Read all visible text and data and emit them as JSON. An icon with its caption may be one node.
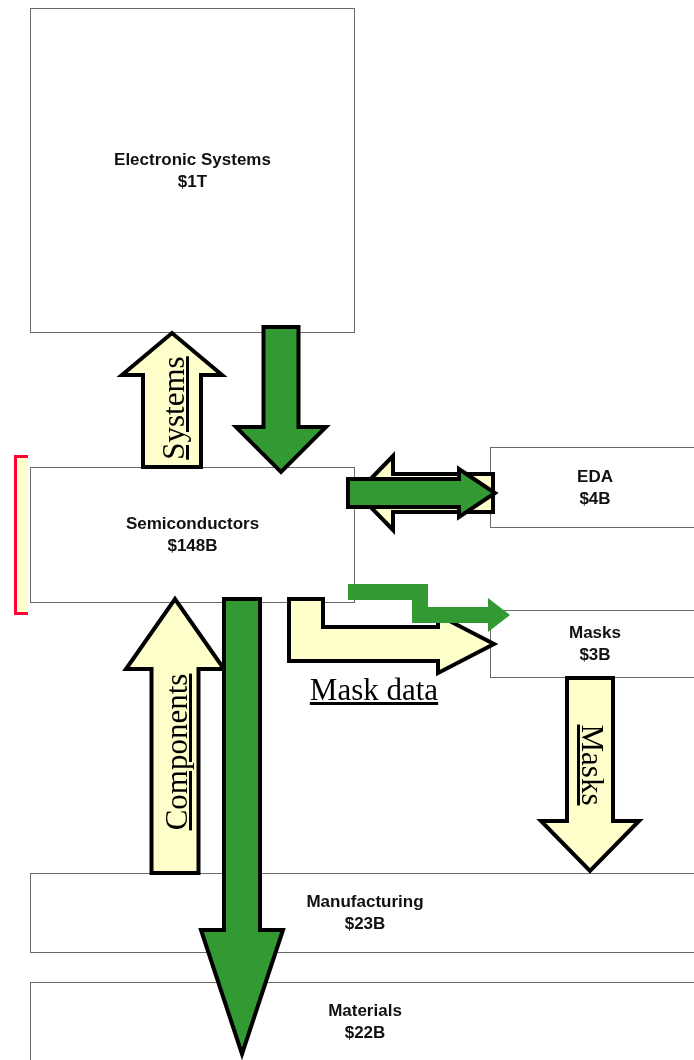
{
  "diagram": {
    "nodes": [
      {
        "text": [
          "Electronic Systems",
          "$1T"
        ]
      },
      {
        "text": [
          "Semiconductors",
          "$148B"
        ]
      },
      {
        "text": [
          "EDA",
          "$4B"
        ]
      },
      {
        "text": [
          "Masks",
          "$3B"
        ]
      },
      {
        "text": [
          "Manufacturing",
          "$23B"
        ]
      },
      {
        "text": [
          "Materials",
          "$22B"
        ]
      },
      {
        "text": [],
        "shape": "bar"
      }
    ],
    "edges": [
      {
        "from": 1,
        "to": 0,
        "arrow": "to",
        "label": "Systems",
        "style": "thick"
      },
      {
        "from": 0,
        "to": 1,
        "arrow": "to",
        "style": "thick",
        "color": "#339933"
      },
      {
        "from": 2,
        "to": 1,
        "arrow": "to",
        "style": "thick"
      },
      {
        "from": 1,
        "to": 2,
        "arrow": "to",
        "style": "thick",
        "color": "#339933"
      },
      {
        "from": 1,
        "to": 3,
        "arrow": "to",
        "label": "Mask data",
        "style": "thick"
      },
      {
        "from": 1,
        "to": 3,
        "arrow": "to",
        "color": "#339933"
      },
      {
        "from": 3,
        "to": 4,
        "arrow": "to",
        "label": "Masks",
        "style": "thick"
      },
      {
        "from": 4,
        "to": 1,
        "arrow": "to",
        "label": "Components",
        "style": "thick"
      },
      {
        "from": 1,
        "to": 5,
        "arrow": "to",
        "style": "thick",
        "color": "#339933"
      }
    ]
  }
}
